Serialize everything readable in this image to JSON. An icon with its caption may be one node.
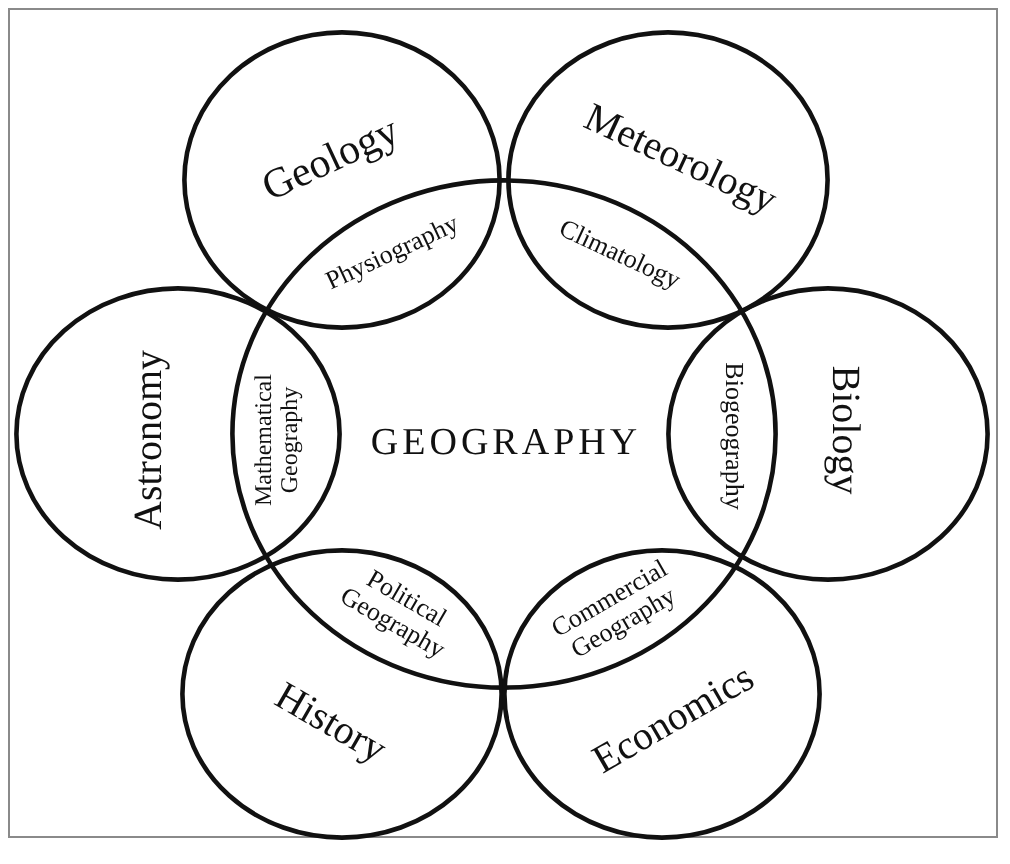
{
  "diagram": {
    "nodes": [
      {
        "text": [
          "Geology"
        ]
      },
      {
        "text": [
          "Meteorology"
        ]
      },
      {
        "text": [
          "Astronomy"
        ]
      },
      {
        "text": [
          "GEOGRAPHY"
        ]
      },
      {
        "text": [
          "Biology"
        ]
      },
      {
        "text": [
          "History"
        ]
      },
      {
        "text": [
          "Economics"
        ]
      }
    ],
    "labels": [
      "Physiography",
      "Climatology",
      "Mathematical Geography",
      "Biogeography",
      "Political Geography",
      "Commercial Geography"
    ]
  }
}
